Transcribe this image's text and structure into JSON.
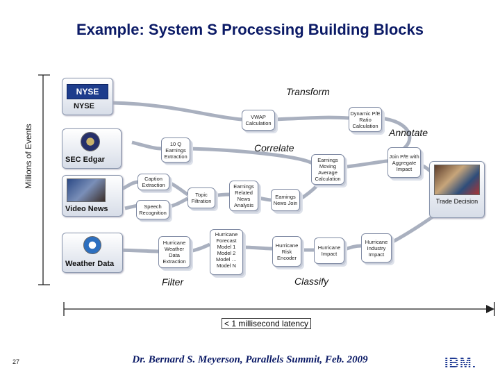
{
  "title": "Example: System S Processing Building Blocks",
  "y_axis_label": "Millions of Events",
  "sources": {
    "nyse": {
      "logo": "NYSE",
      "label": "NYSE"
    },
    "sec": {
      "label": "SEC Edgar"
    },
    "video": {
      "label": "Video News"
    },
    "weather": {
      "label": "Weather Data"
    }
  },
  "stages": {
    "transform": "Transform",
    "annotate": "Annotate",
    "correlate": "Correlate",
    "filter": "Filter",
    "classify": "Classify"
  },
  "boxes": {
    "vwap": "VWAP Calculation",
    "dyn_pe": "Dynamic P/E Ratio Calculation",
    "tenq": "10 Q Earnings Extraction",
    "join_pe": "Join P/E with Aggregate Impact",
    "ema": "Earnings Moving Average Calculation",
    "caption": "Caption Extraction",
    "topic": "Topic Filtration",
    "ern": "Earnings Related News Analysis",
    "enj": "Earnings News Join",
    "speech": "Speech Recognition",
    "hwde": "Hurricane Weather Data Extraction",
    "hfm_title": "Hurricane Forecast",
    "hfm_m1": "Model 1",
    "hfm_m2": "Model 2",
    "hfm_mdots": "Model …",
    "hfm_mn": "Model N",
    "hre": "Hurricane Risk Encoder",
    "hi": "Hurricane Impact",
    "hii": "Hurricane Industry Impact"
  },
  "trade_decision": "Trade Decision",
  "latency": "< 1 millisecond latency",
  "footer": "Dr. Bernard S. Meyerson, Parallels Summit, Feb. 2009",
  "slide_number": "27",
  "ibm_logo": "IBM."
}
